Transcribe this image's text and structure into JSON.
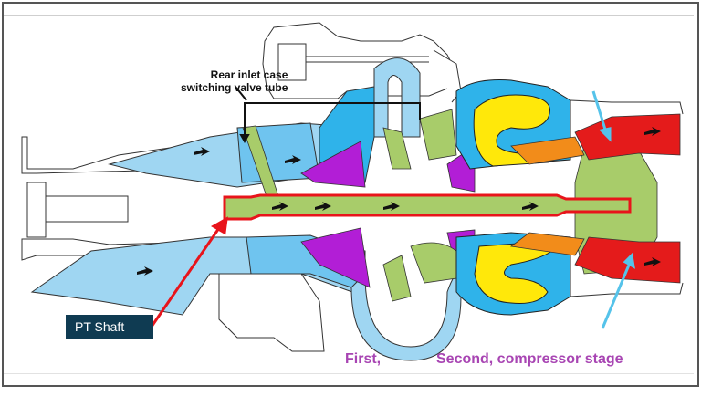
{
  "diagram": {
    "subject": "Turboshaft engine cross-section",
    "callouts": {
      "rear_inlet_line1": "Rear inlet case",
      "rear_inlet_line2": "switching valve tube",
      "pt_shaft": "PT Shaft"
    },
    "stage_labels": {
      "first": "First,",
      "second": "Second, compressor stage"
    },
    "colors": {
      "inlet_air": "#9fd6f2",
      "compressor_air": "#2fb3ea",
      "compressor_impeller": "#b21ed6",
      "static_parts": "#a8cc6a",
      "combustor": "#ffe80a",
      "hot_gas": "#f28c1a",
      "exhaust": "#e41b1b",
      "shaft_highlight": "#e8141b",
      "label_box": "#0f3b52",
      "stage_text": "#a845b3",
      "cooling_arrow": "#55c3ea"
    }
  }
}
